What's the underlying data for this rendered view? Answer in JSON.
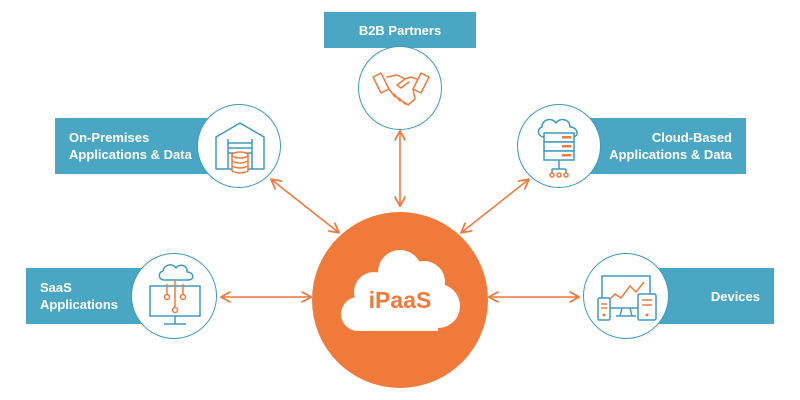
{
  "hub": {
    "label": "iPaaS",
    "icon": "cloud-icon"
  },
  "nodes": {
    "b2b": {
      "label": "B2B Partners",
      "icon": "handshake-icon"
    },
    "onprem": {
      "label": "On-Premises\nApplications & Data",
      "icon": "warehouse-database-icon"
    },
    "cloud": {
      "label": "Cloud-Based\nApplications & Data",
      "icon": "cloud-server-icon"
    },
    "saas": {
      "label": "SaaS\nApplications",
      "icon": "cloud-monitor-icon"
    },
    "devices": {
      "label": "Devices",
      "icon": "devices-icon"
    }
  },
  "colors": {
    "accent_orange": "#f07a3a",
    "label_blue": "#4aa7c4",
    "icon_blue": "#3d9bbb",
    "white": "#ffffff"
  }
}
